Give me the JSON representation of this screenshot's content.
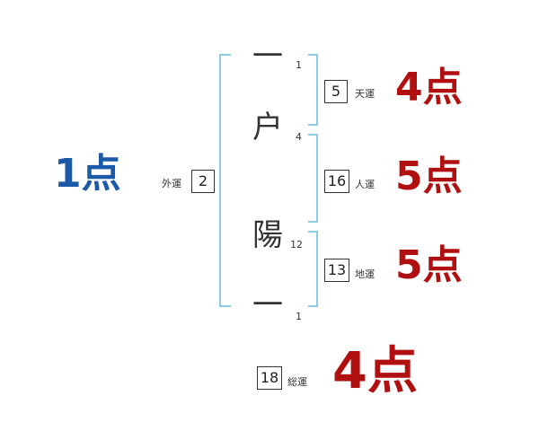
{
  "name_characters": [
    {
      "char": "一",
      "strokes": "1"
    },
    {
      "char": "户",
      "strokes": "4"
    },
    {
      "char": "陽",
      "strokes": "12"
    },
    {
      "char": "一",
      "strokes": "1"
    }
  ],
  "fortunes": {
    "tenkaku": {
      "value": "5",
      "label": "天運",
      "score": "4点"
    },
    "jinkaku": {
      "value": "16",
      "label": "人運",
      "score": "5点"
    },
    "chikaku": {
      "value": "13",
      "label": "地運",
      "score": "5点"
    },
    "gaikaku": {
      "value": "2",
      "label": "外運",
      "score": "1点"
    },
    "soukaku": {
      "value": "18",
      "label": "総運",
      "score": "4点"
    }
  },
  "colors": {
    "bracket": "#8ccbe6",
    "score_red": "#b01010",
    "score_blue": "#1a5aa8",
    "text": "#333333"
  }
}
